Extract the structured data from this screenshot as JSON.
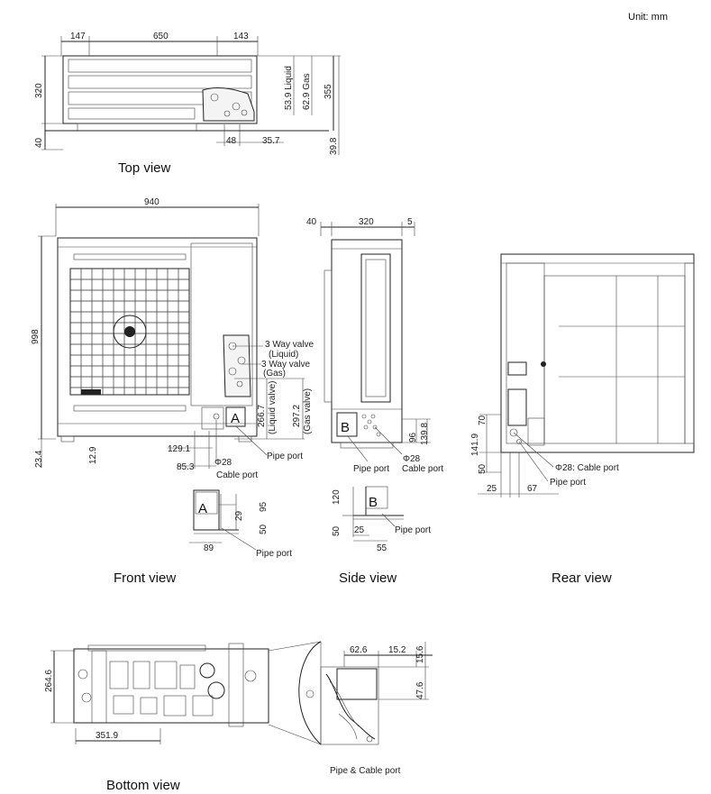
{
  "unit_label": "Unit: mm",
  "views": {
    "top": {
      "caption": "Top view",
      "dims": {
        "d147": "147",
        "d650": "650",
        "d143": "143",
        "d320": "320",
        "d40": "40",
        "d355": "355",
        "d53_9": "53.9 Liquid",
        "d62_9": "62.9 Gas",
        "d48": "48",
        "d35_7": "35.7",
        "d39_8": "39.8"
      }
    },
    "front": {
      "caption": "Front view",
      "dims": {
        "d940": "940",
        "d998": "998",
        "d23_4": "23.4",
        "d12_9": "12.9",
        "d129_1": "129.1",
        "d85_3": "85.3",
        "phi28": "Φ28",
        "cable_port": "Cable port",
        "pipe_port": "Pipe port",
        "d266_7": "266.7",
        "liquid_valve": "(Liquid valve)",
        "d297_2": "297.2",
        "gas_valve": "(Gas valve)",
        "valve_liquid_1": "3 Way valve",
        "valve_liquid_2": "(Liquid)",
        "valve_gas_1": "3 Way valve",
        "valve_gas_2": "(Gas)",
        "label_a": "A"
      },
      "detail_a": {
        "label": "A",
        "d29": "29",
        "d95": "95",
        "d50": "50",
        "d89": "89",
        "pipe_port": "Pipe port"
      }
    },
    "side": {
      "caption": "Side view",
      "dims": {
        "d40": "40",
        "d320": "320",
        "d5": "5",
        "d96": "96",
        "d139_8": "139.8",
        "phi28": "Φ28",
        "pipe_port": "Pipe port",
        "cable_port": "Cable port",
        "label_b": "B"
      },
      "detail_b": {
        "label": "B",
        "d120": "120",
        "d50": "50",
        "d25": "25",
        "d55": "55",
        "pipe_port": "Pipe port"
      }
    },
    "rear": {
      "caption": "Rear view",
      "dims": {
        "d70": "70",
        "d141_9": "141.9",
        "d50": "50",
        "d25": "25",
        "d67": "67",
        "phi28_cable": "Φ28: Cable port",
        "pipe_port": "Pipe port"
      }
    },
    "bottom": {
      "caption": "Bottom view",
      "dims": {
        "d264_6": "264.6",
        "d351_9": "351.9",
        "d62_6": "62.6",
        "d15_2": "15.2",
        "d15_6": "15.6",
        "d47_6": "47.6",
        "pipe_cable_port": "Pipe & Cable port"
      }
    }
  }
}
